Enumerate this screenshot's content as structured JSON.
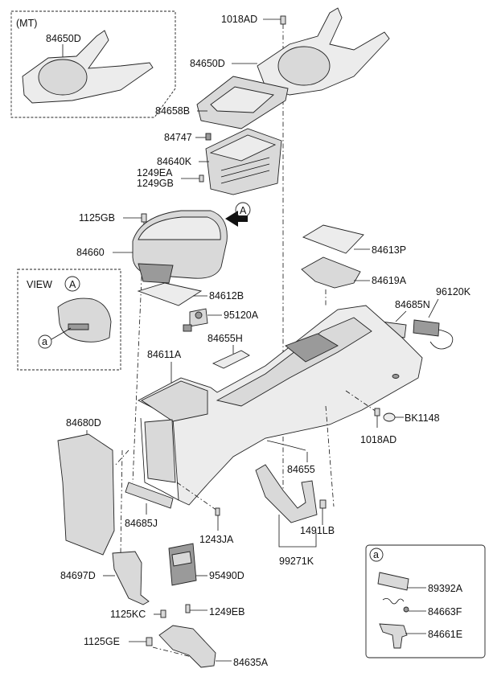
{
  "labels": {
    "mt_note": "(MT)",
    "p_84650D_mt": "84650D",
    "p_1018AD_top": "1018AD",
    "p_84650D": "84650D",
    "p_84658B": "84658B",
    "p_84747": "84747",
    "p_84640K": "84640K",
    "p_1249EA": "1249EA",
    "p_1249GB": "1249GB",
    "p_1125GB": "1125GB",
    "p_84660": "84660",
    "p_84613P": "84613P",
    "p_84619A": "84619A",
    "view_title": "VIEW",
    "view_letter": "A",
    "arrow_letter": "A",
    "callout_a_small": "a",
    "p_84612B": "84612B",
    "p_95120A": "95120A",
    "p_84685N": "84685N",
    "p_96120K": "96120K",
    "p_84655H": "84655H",
    "p_84611A": "84611A",
    "p_BK1148": "BK1148",
    "p_1018AD_right": "1018AD",
    "p_84680D": "84680D",
    "p_84655": "84655",
    "p_84685J": "84685J",
    "p_1243JA": "1243JA",
    "p_1491LB": "1491LB",
    "p_99271K": "99271K",
    "p_84697D": "84697D",
    "p_95490D": "95490D",
    "p_1125KC": "1125KC",
    "p_1249EB": "1249EB",
    "p_1125GE": "1125GE",
    "p_84635A": "84635A",
    "legend_letter": "a",
    "p_89392A": "89392A",
    "p_84663F": "84663F",
    "p_84661E": "84661E"
  }
}
